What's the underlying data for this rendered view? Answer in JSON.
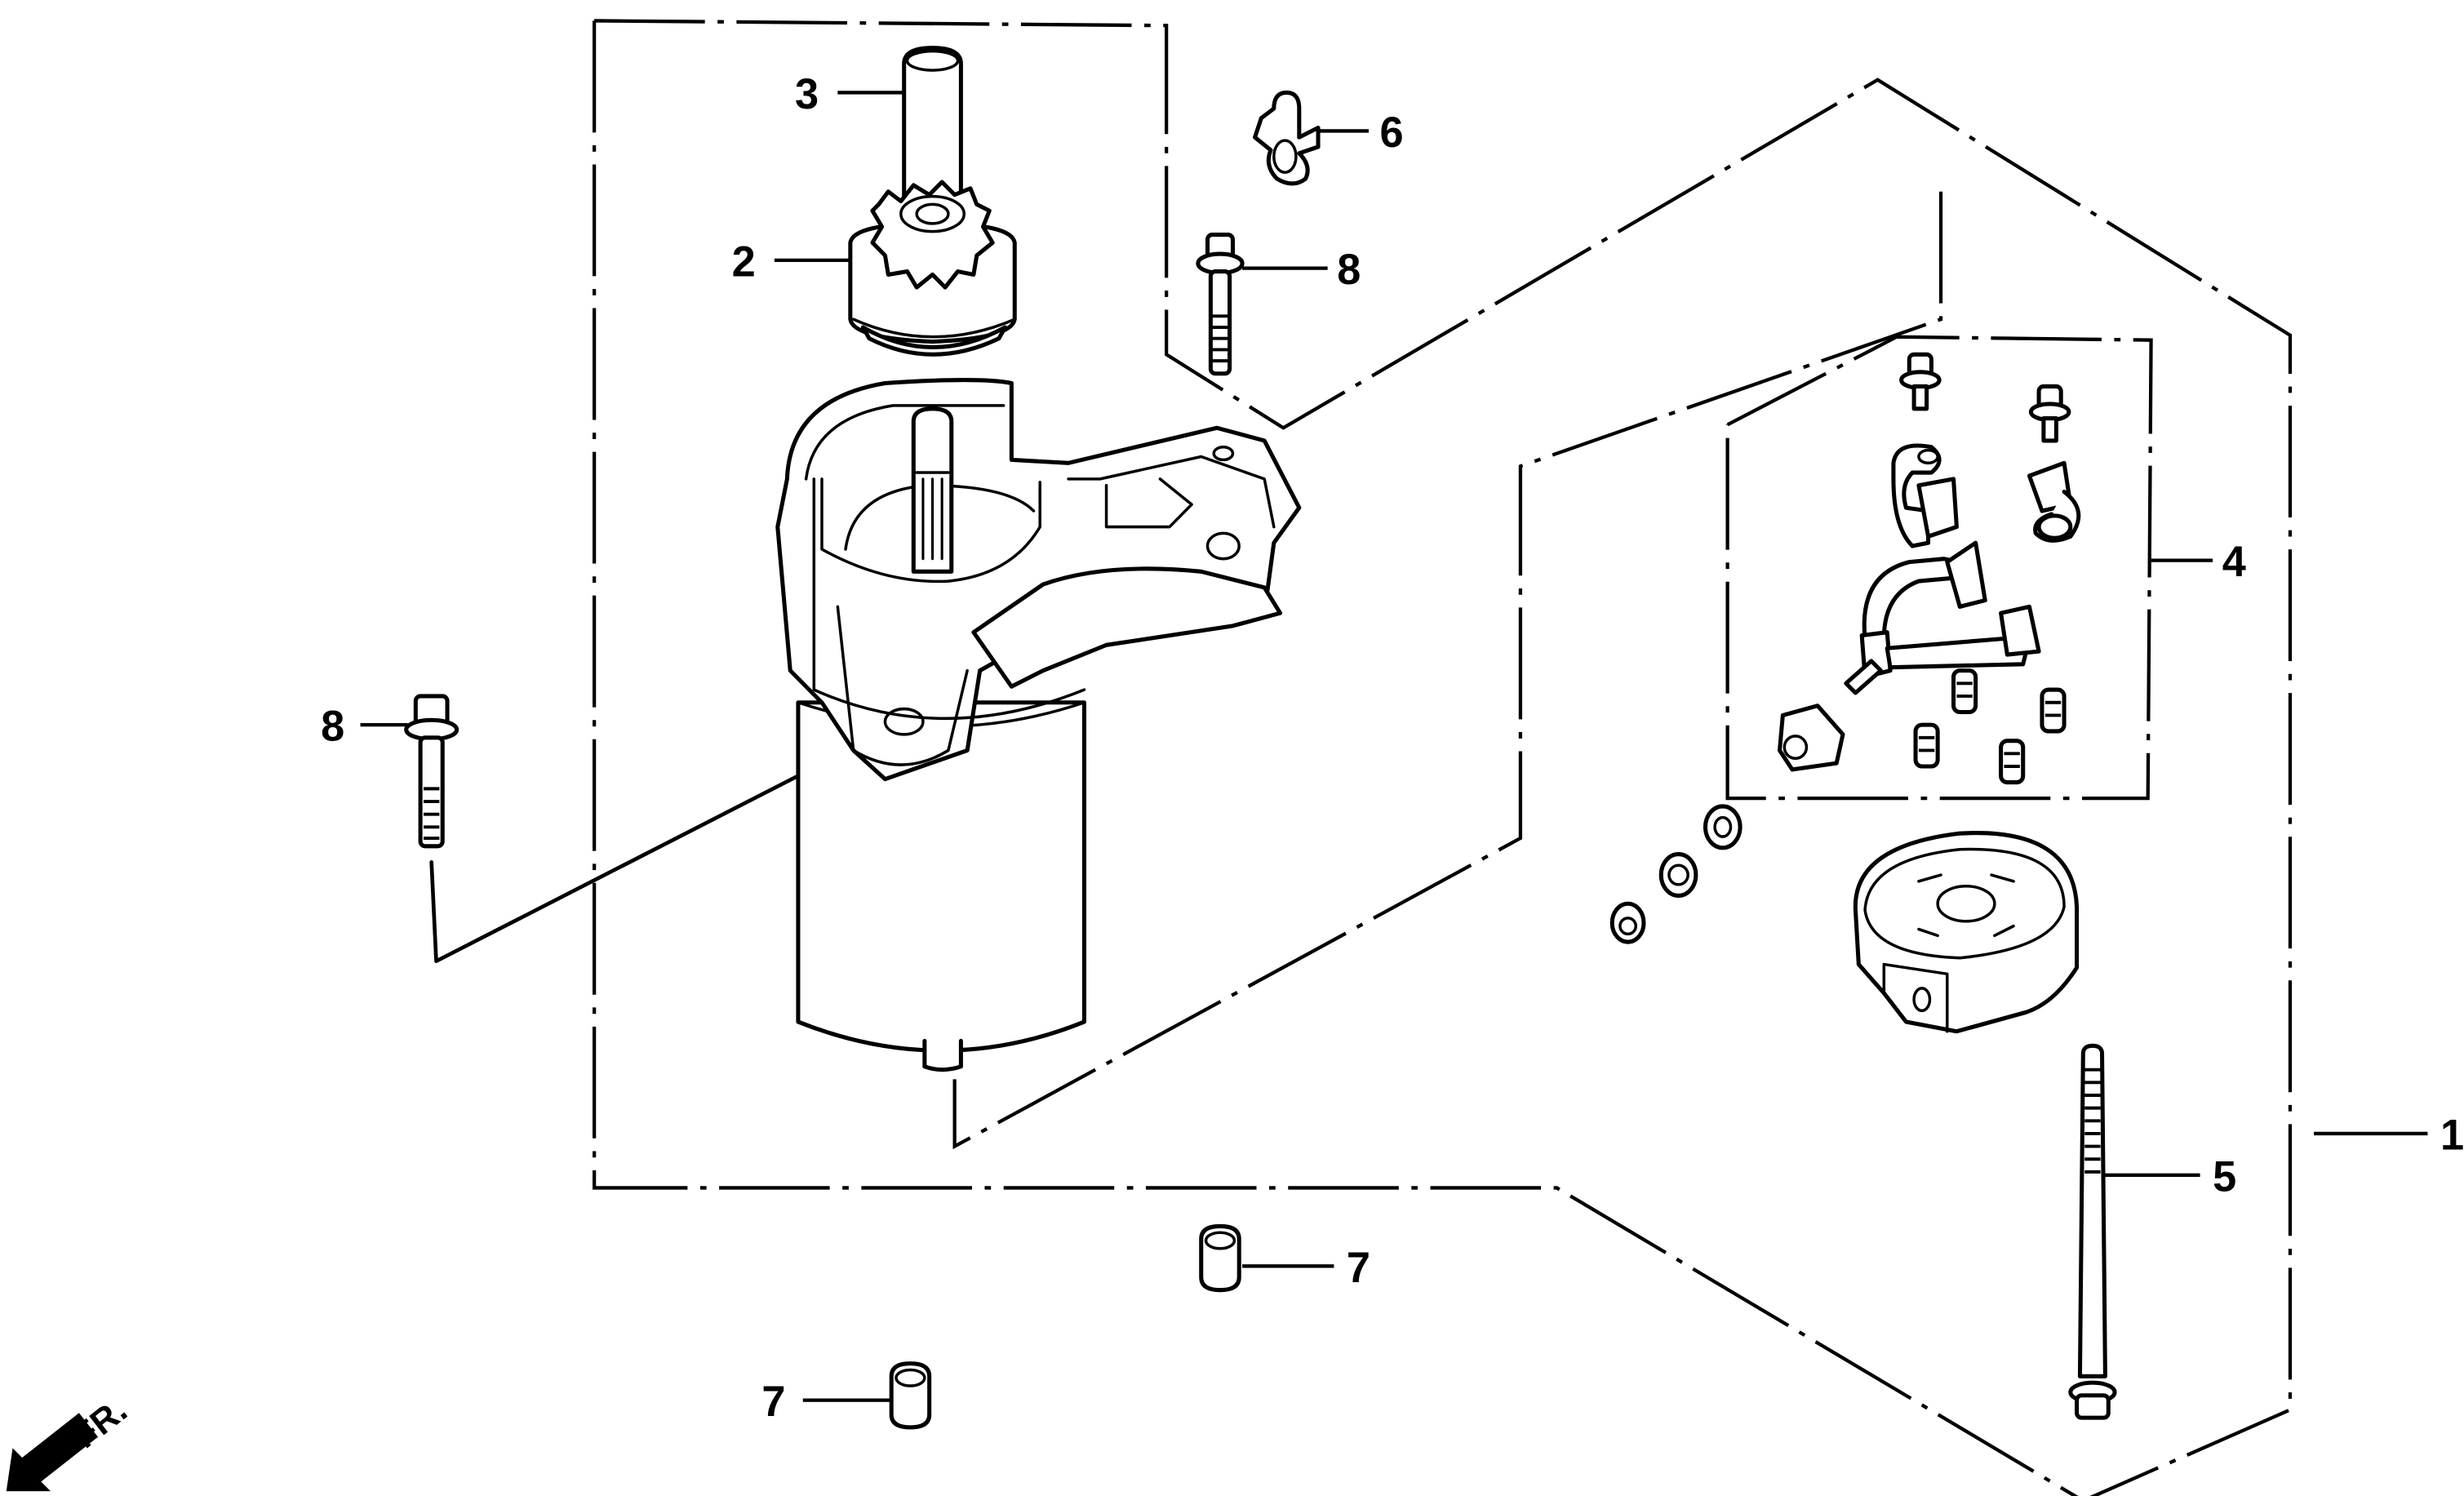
{
  "diagram": {
    "subject": "Starter motor exploded parts view",
    "direction_indicator": {
      "label": "FR.",
      "icon": "front-direction-arrow-icon"
    },
    "colors": {
      "line": "#000000",
      "background": "#ffffff"
    },
    "callouts": [
      {
        "id": "c1",
        "number": "1",
        "part": "starter-motor-assembly"
      },
      {
        "id": "c2",
        "number": "2",
        "part": "pinion-drive-gear"
      },
      {
        "id": "c3",
        "number": "3",
        "part": "pinion-stop-collar"
      },
      {
        "id": "c4",
        "number": "4",
        "part": "brush-holder-set"
      },
      {
        "id": "c5",
        "number": "5",
        "part": "through-bolt"
      },
      {
        "id": "c6",
        "number": "6",
        "part": "terminal-clip"
      },
      {
        "id": "c7a",
        "number": "7",
        "part": "collar"
      },
      {
        "id": "c7b",
        "number": "7",
        "part": "collar"
      },
      {
        "id": "c8a",
        "number": "8",
        "part": "flange-bolt"
      },
      {
        "id": "c8b",
        "number": "8",
        "part": "flange-bolt"
      }
    ]
  }
}
